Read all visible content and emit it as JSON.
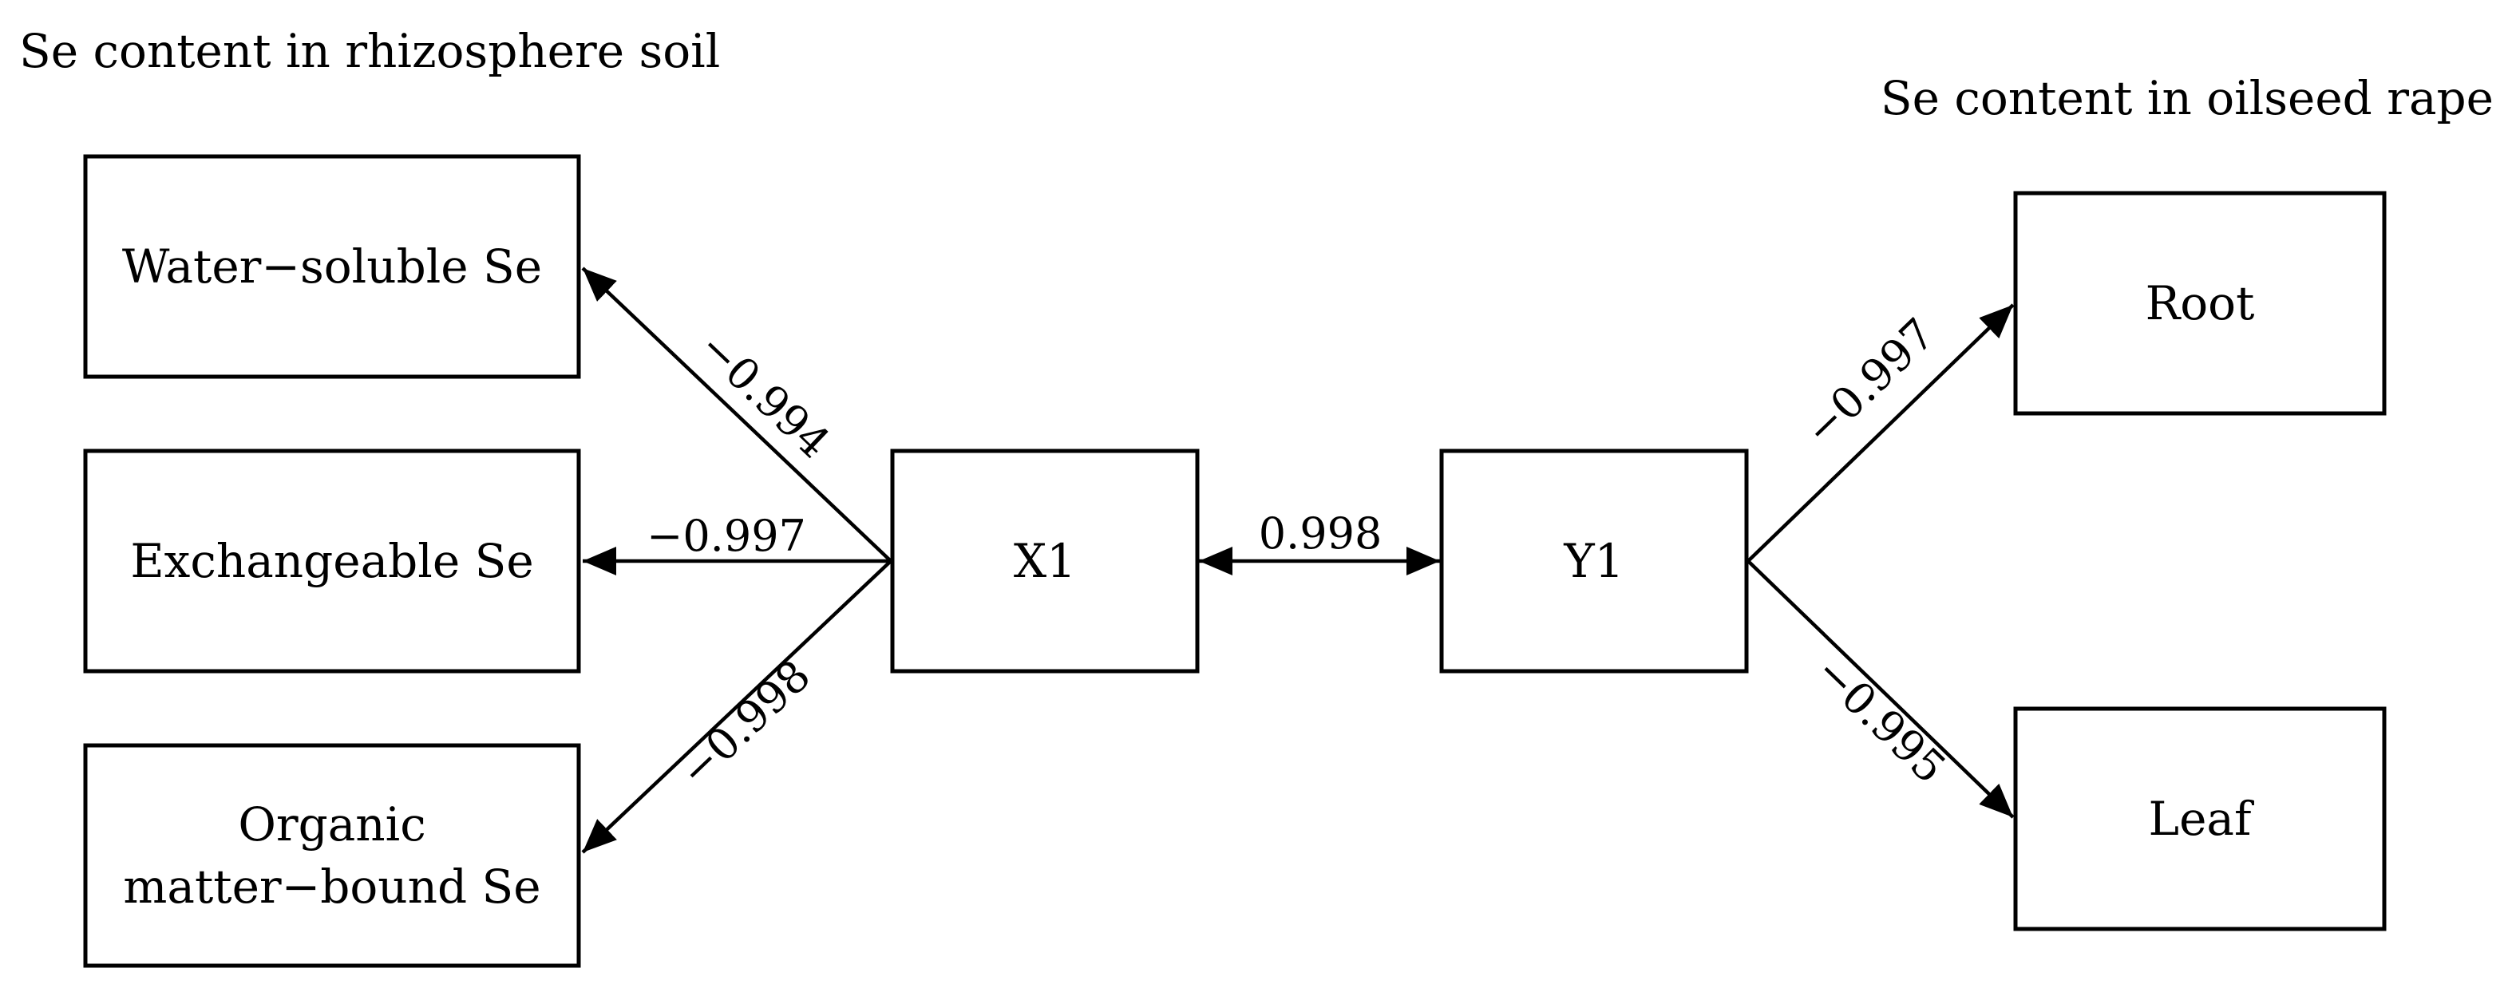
{
  "titles": {
    "soil": "Se content in rhizosphere soil",
    "plant": "Se content in oilseed rape"
  },
  "nodes": {
    "water_soluble": "Water−soluble Se",
    "exchangeable": "Exchangeable Se",
    "organic_line1": "Organic",
    "organic_line2": "matter−bound Se",
    "x1": "X1",
    "y1": "Y1",
    "root": "Root",
    "leaf": "Leaf"
  },
  "coefficients": {
    "x1_water_soluble": "−0.994",
    "x1_exchangeable": "−0.997",
    "x1_organic": "−0.998",
    "x1_y1": "0.998",
    "y1_root": "−0.997",
    "y1_leaf": "−0.995"
  }
}
